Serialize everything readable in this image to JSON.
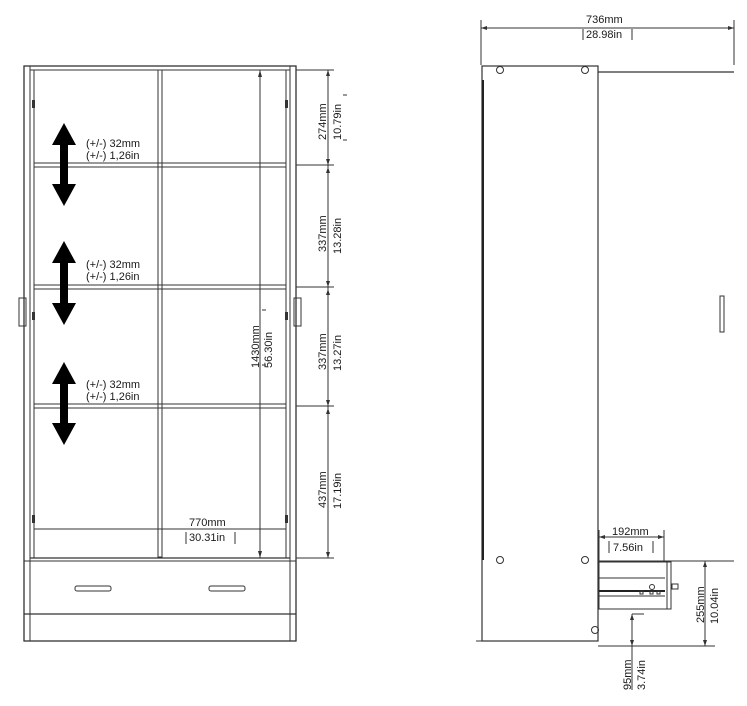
{
  "front_view": {
    "width_dim": {
      "mm": "770mm",
      "in": "30.31in"
    },
    "height_dim": {
      "mm": "1430mm",
      "in": "56.30in"
    },
    "shelf_dims": [
      {
        "mm": "274mm",
        "in": "10.79in"
      },
      {
        "mm": "337mm",
        "in": "13.28in"
      },
      {
        "mm": "337mm",
        "in": "13.27in"
      },
      {
        "mm": "437mm",
        "in": "17.19in"
      }
    ],
    "adjust_labels": [
      {
        "mm": "(+/-) 32mm",
        "in": "(+/-) 1,26in"
      },
      {
        "mm": "(+/-) 32mm",
        "in": "(+/-) 1,26in"
      },
      {
        "mm": "(+/-) 32mm",
        "in": "(+/-) 1,26in"
      }
    ]
  },
  "side_view": {
    "depth_dim": {
      "mm": "736mm",
      "in": "28.98in"
    },
    "drawer_depth_dim": {
      "mm": "192mm",
      "in": "7.56in"
    },
    "drawer_height_dim": {
      "mm": "255mm",
      "in": "10.04in"
    },
    "plinth_dim": {
      "mm": "95mm",
      "in": "3.74in"
    }
  },
  "colors": {
    "line": "#333333",
    "text": "#1a1a1a",
    "arrow": "#000000",
    "background": "#ffffff"
  }
}
